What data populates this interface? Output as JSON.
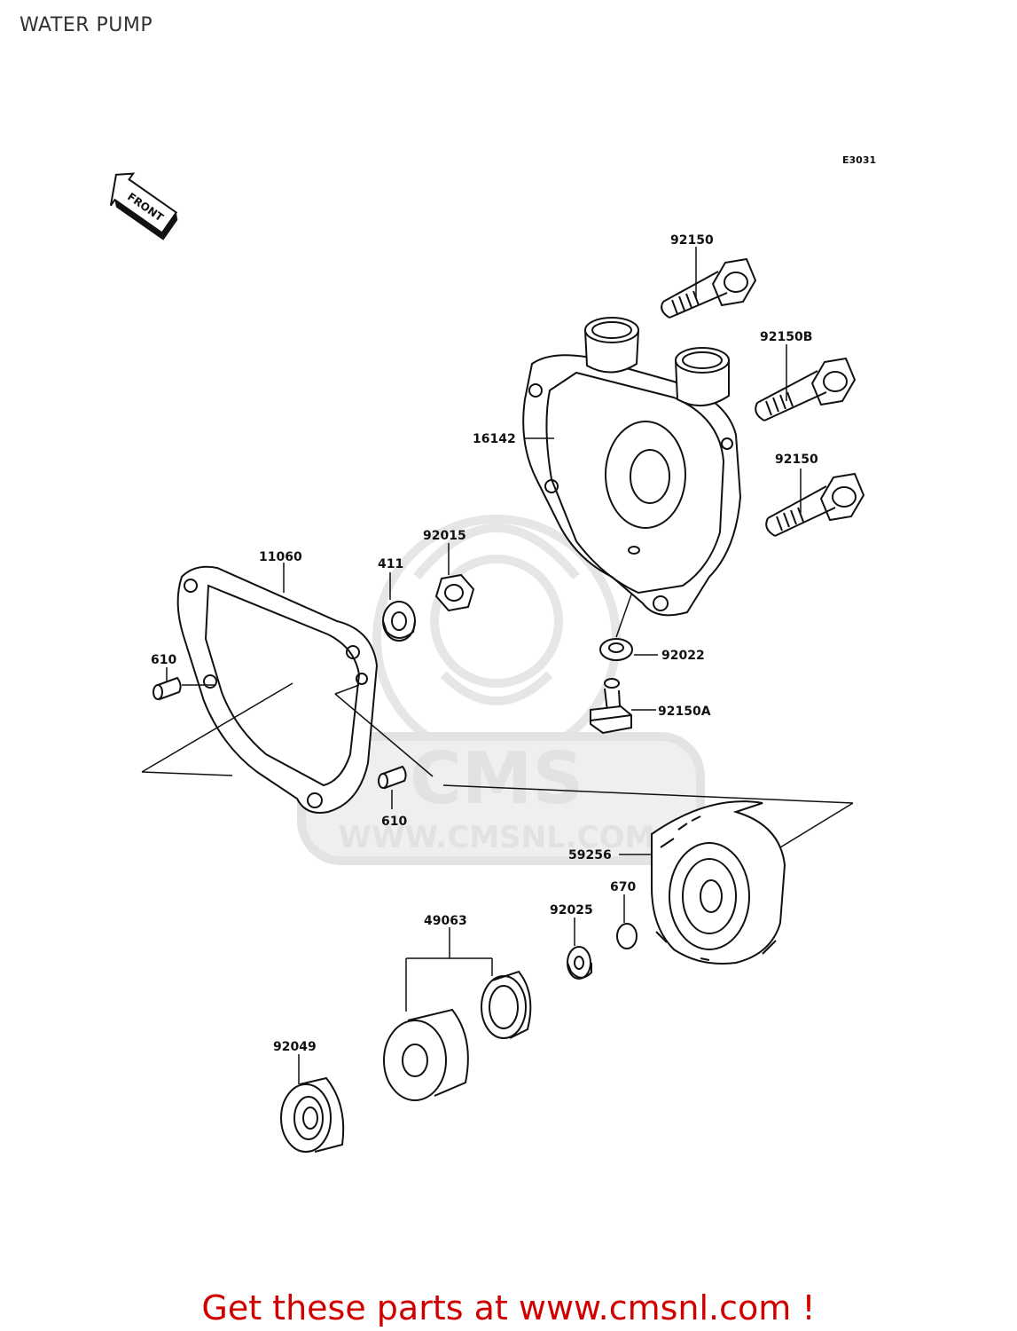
{
  "page": {
    "title": "WATER PUMP"
  },
  "diagram": {
    "code": "E3031",
    "front_label": "FRONT",
    "callouts": {
      "bolt_top": "92150",
      "bolt_b": "92150B",
      "bolt_lower": "92150",
      "housing": "16142",
      "gasket": "11060",
      "washer_411": "411",
      "nut": "92015",
      "pin_left": "610",
      "pin_right": "610",
      "washer_92022": "92022",
      "drain_bolt": "92150A",
      "impeller": "59256",
      "oring": "670",
      "washer_92025": "92025",
      "seal": "49063",
      "bearing": "92049"
    },
    "watermark": {
      "brand": "CMS",
      "url": "WWW.CMSNL.COM"
    }
  },
  "footer": {
    "text": "Get these parts at www.cmsnl.com !",
    "color": "#d10000"
  }
}
